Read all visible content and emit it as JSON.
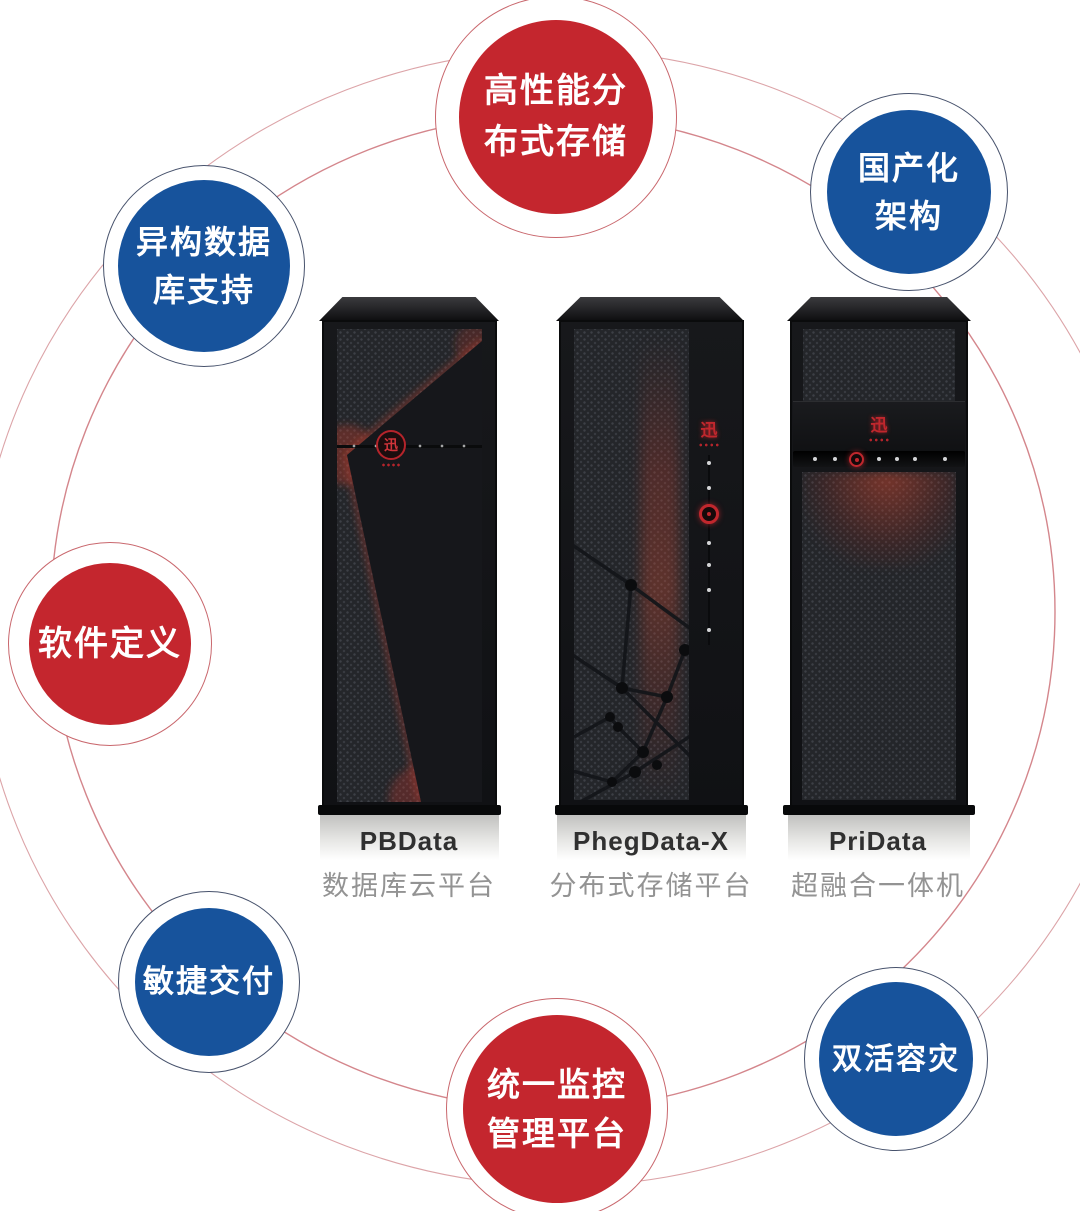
{
  "title": "存储产品特性图",
  "colors": {
    "badge_red": "#c4262e",
    "badge_blue": "#17539c",
    "ring_red": "#c9676d",
    "ring_blue": "#47526c",
    "arc_pink": "#d48a8f",
    "logo_red": "#c0272d",
    "tower_dark": "#17181b"
  },
  "badges": [
    {
      "label": "高性能分布式存储",
      "line1": "高性能分",
      "line2": "布式存储",
      "color": "red",
      "position": "top-center"
    },
    {
      "label": "国产化架构",
      "line1": "国产化",
      "line2": "架构",
      "color": "blue",
      "position": "top-right"
    },
    {
      "label": "异构数据库支持",
      "line1": "异构数据",
      "line2": "库支持",
      "color": "blue",
      "position": "top-left"
    },
    {
      "label": "软件定义",
      "line1": "软件定义",
      "line2": "",
      "color": "red",
      "position": "left"
    },
    {
      "label": "敏捷交付",
      "line1": "敏捷交付",
      "line2": "",
      "color": "blue",
      "position": "bottom-left"
    },
    {
      "label": "统一监控管理平台",
      "line1": "统一监控",
      "line2": "管理平台",
      "color": "red",
      "position": "bottom-center"
    },
    {
      "label": "双活容灾",
      "line1": "双活容灾",
      "line2": "",
      "color": "blue",
      "position": "bottom-right"
    }
  ],
  "products": [
    {
      "name": "PBData",
      "subtitle": "数据库云平台"
    },
    {
      "name": "PhegData-X",
      "subtitle": "分布式存储平台"
    },
    {
      "name": "PriData",
      "subtitle": "超融合一体机"
    }
  ],
  "brand": {
    "logo_glyph": "迅"
  }
}
